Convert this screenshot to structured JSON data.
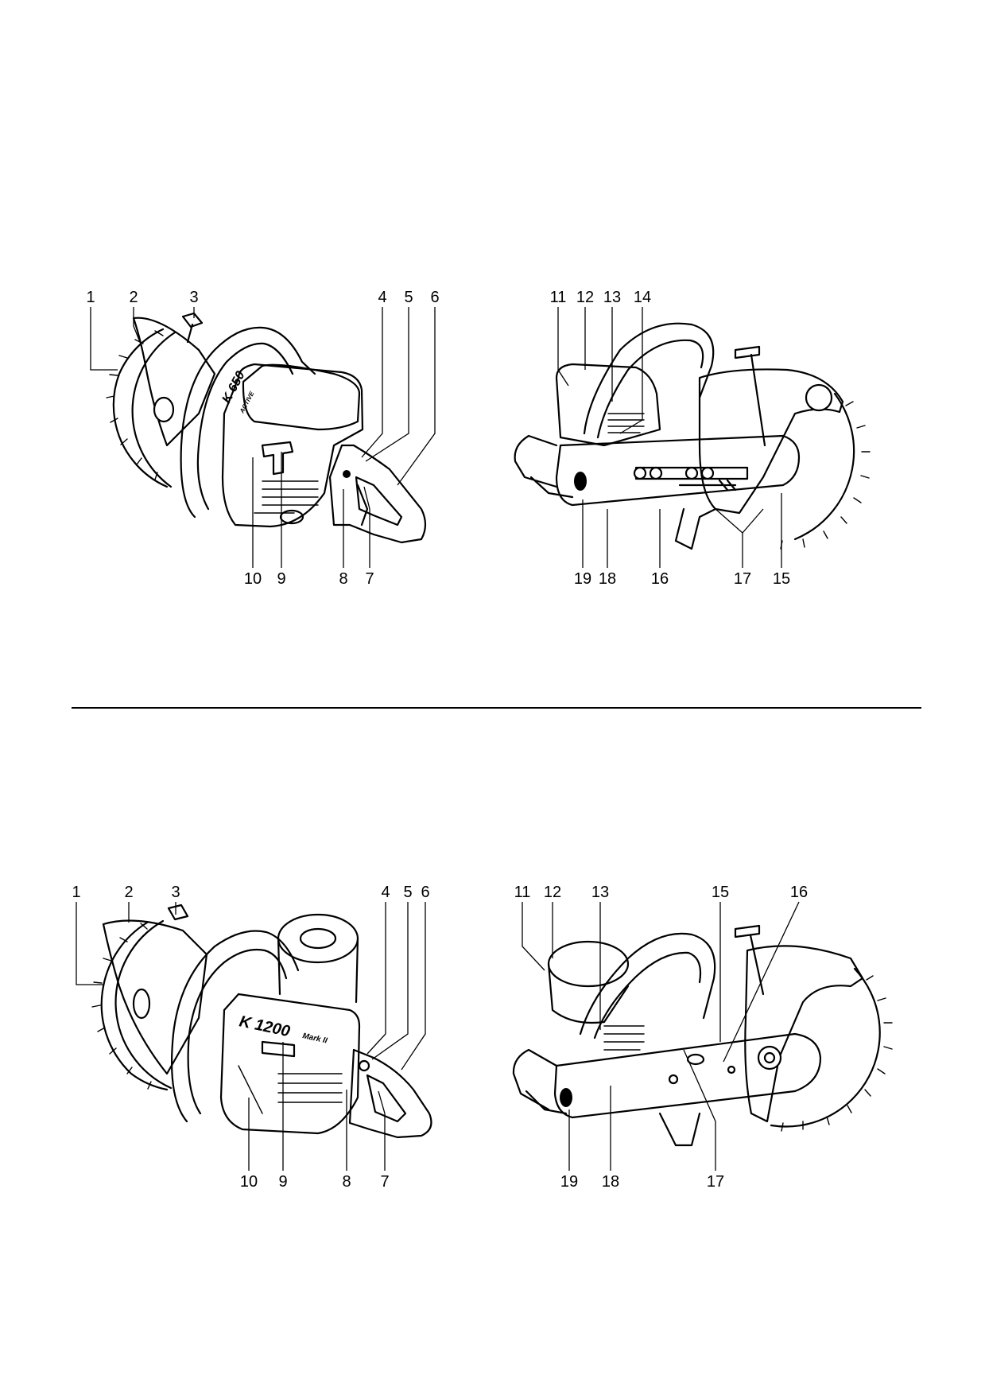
{
  "figures": [
    {
      "model_text": "K 650",
      "model_sub": "ACTIVE",
      "callouts": [
        "1",
        "2",
        "3",
        "4",
        "5",
        "6",
        "7",
        "8",
        "9",
        "10"
      ]
    },
    {
      "callouts": [
        "11",
        "12",
        "13",
        "14",
        "15",
        "16",
        "17",
        "18",
        "19"
      ]
    },
    {
      "model_text": "K 1200",
      "model_sub": "Mark II",
      "callouts": [
        "1",
        "2",
        "3",
        "4",
        "5",
        "6",
        "7",
        "8",
        "9",
        "10"
      ]
    },
    {
      "callouts": [
        "11",
        "12",
        "13",
        "15",
        "16",
        "17",
        "18",
        "19"
      ]
    }
  ]
}
